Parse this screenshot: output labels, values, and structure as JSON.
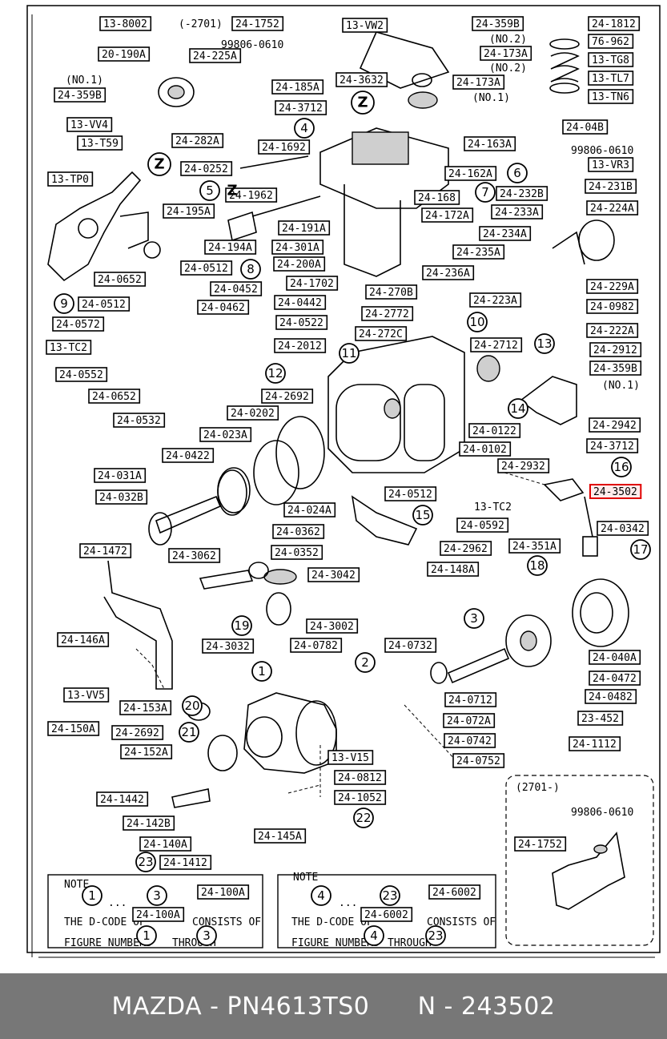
{
  "diagram": {
    "labels": [
      "13-8002",
      "(-2701)",
      "24-1752",
      "99806-0610",
      "13-VW2",
      "24-359B",
      "24-1812",
      "20-190A",
      "24-225A",
      "24-173A",
      "76-962",
      "(NO.2)",
      "(NO.2)",
      "13-TG8",
      "(NO.1)",
      "24-185A",
      "24-3632",
      "24-173A",
      "13-TL7",
      "24-359B",
      "(NO.1)",
      "13-TN6",
      "24-3712",
      "13-VV4",
      "24-04B",
      "13-T59",
      "24-282A",
      "24-1692",
      "24-163A",
      "99806-0610",
      "24-0252",
      "13-VR3",
      "13-TP0",
      "24-162A",
      "24-1962",
      "24-232B",
      "24-231B",
      "24-195A",
      "24-168",
      "24-172A",
      "24-233A",
      "24-224A",
      "24-191A",
      "24-194A",
      "24-301A",
      "24-234A",
      "24-0512",
      "24-200A",
      "24-235A",
      "24-0652",
      "24-1702",
      "24-236A",
      "24-229A",
      "24-0452",
      "24-270B",
      "24-223A",
      "24-0512",
      "24-0462",
      "24-0442",
      "24-2772",
      "24-0982",
      "24-0572",
      "24-0522",
      "24-272C",
      "24-222A",
      "13-TC2",
      "24-2012",
      "24-2712",
      "24-2912",
      "24-0552",
      "24-359B",
      "(NO.1)",
      "24-0652",
      "24-2692",
      "24-0532",
      "24-0202",
      "24-2942",
      "24-023A",
      "24-0122",
      "24-3712",
      "24-0422",
      "24-0102",
      "24-2932",
      "24-031A",
      "24-032B",
      "24-0512",
      "24-3502",
      "13-TC2",
      "24-024A",
      "24-0592",
      "24-0342",
      "24-0362",
      "24-2962",
      "24-351A",
      "24-0352",
      "24-1472",
      "24-148A",
      "24-3062",
      "24-3042",
      "24-3002",
      "24-146A",
      "24-3032",
      "24-0782",
      "24-0732",
      "24-040A",
      "24-0472",
      "24-0712",
      "24-0482",
      "13-VV5",
      "24-153A",
      "24-072A",
      "23-452",
      "24-150A",
      "24-2692",
      "24-0742",
      "24-1112",
      "24-152A",
      "13-V15",
      "24-0752",
      "(2701-)",
      "24-0812",
      "24-1442",
      "24-1052",
      "99806-0610",
      "24-142B",
      "24-1752",
      "24-140A",
      "24-145A",
      "24-1412",
      "NOTE",
      "NOTE",
      "24-100A",
      "24-6002",
      "THE D-CODE OF",
      "24-100A",
      "CONSISTS OF",
      "FIGURE NUMBERS",
      "THROUGH",
      "THE D-CODE OF",
      "24-6002",
      "CONSISTS OF",
      "FIGURE NUMBERS",
      "THROUGH",
      "...",
      "..."
    ],
    "circled": [
      "Z",
      "Z",
      "Z",
      "4",
      "5",
      "6",
      "7",
      "8",
      "9",
      "10",
      "11",
      "12",
      "13",
      "14",
      "15",
      "16",
      "17",
      "18",
      "19",
      "1",
      "2",
      "3",
      "20",
      "21",
      "22",
      "23",
      "1",
      "3",
      "4",
      "23",
      "1",
      "3",
      "4",
      "23"
    ],
    "highlighted_part": "24-3502"
  },
  "footer": {
    "brand": "MAZDA",
    "sep1": " - ",
    "part_number": "PN4613TS0",
    "gap": "      ",
    "n_label": "N",
    "sep2": " - ",
    "code": "243502"
  }
}
